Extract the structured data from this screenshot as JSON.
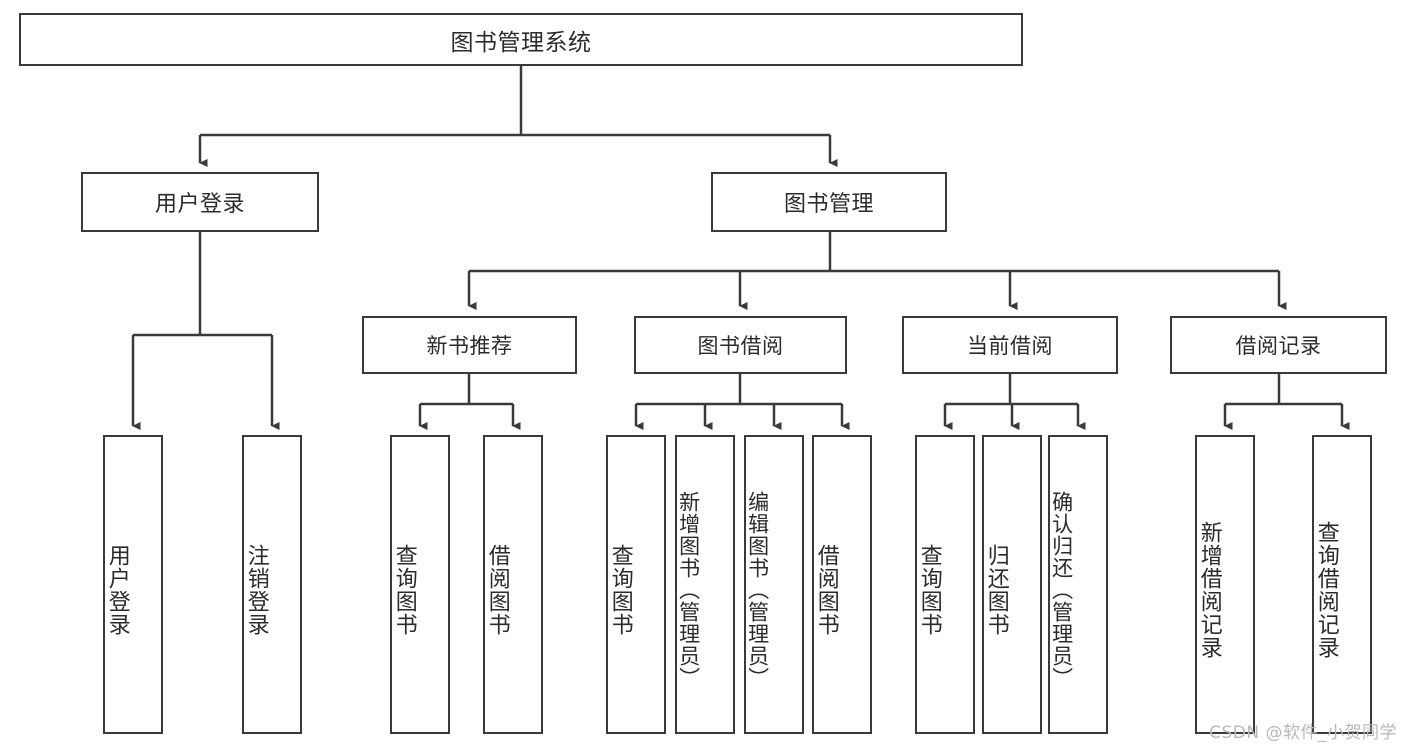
{
  "diagram": {
    "title": "图书管理系统",
    "type": "tree-hierarchy",
    "orientation": "top-down",
    "colors": {
      "box_border": "#3a3a3a",
      "box_fill": "#ffffff",
      "connector": "#3a3a3a",
      "text": "#2b2b2b",
      "watermark": "#b9b9b9",
      "background": "#ffffff"
    }
  },
  "root": {
    "label": "图书管理系统"
  },
  "level2": [
    {
      "label": "用户登录"
    },
    {
      "label": "图书管理"
    }
  ],
  "level3": [
    {
      "label": "新书推荐"
    },
    {
      "label": "图书借阅"
    },
    {
      "label": "当前借阅"
    },
    {
      "label": "借阅记录"
    }
  ],
  "leaves": {
    "user_login": [
      {
        "label": "用户登录"
      },
      {
        "label": "注销登录"
      }
    ],
    "new_book_recommend": [
      {
        "label": "查询图书"
      },
      {
        "label": "借阅图书"
      }
    ],
    "book_borrow": [
      {
        "label": "查询图书"
      },
      {
        "label": "新增图书（管理员）"
      },
      {
        "label": "编辑图书（管理员）"
      },
      {
        "label": "借阅图书"
      }
    ],
    "current_borrow": [
      {
        "label": "查询图书"
      },
      {
        "label": "归还图书"
      },
      {
        "label": "确认归还（管理员）"
      }
    ],
    "borrow_record": [
      {
        "label": "新增借阅记录"
      },
      {
        "label": "查询借阅记录"
      }
    ]
  },
  "watermark": {
    "text": "CSDN @软件_小贺同学"
  }
}
